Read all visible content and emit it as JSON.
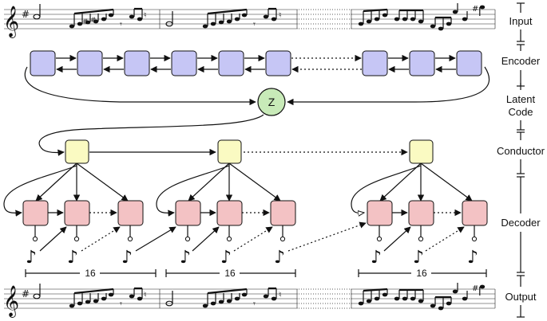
{
  "stage_labels": {
    "input": "Input",
    "encoder": "Encoder",
    "latent_line1": "Latent",
    "latent_line2": "Code",
    "conductor": "Conductor",
    "decoder": "Decoder",
    "output": "Output"
  },
  "latent_symbol": "Z",
  "segment_length_labels": [
    "16",
    "16",
    "16"
  ],
  "colors": {
    "encoder_cell": "#c6c6f5",
    "conductor_cell": "#fafac2",
    "decoder_cell": "#f3c2c4",
    "latent_node": "#c8eab8",
    "stroke": "#111111"
  },
  "icons": [
    "treble-clef-icon",
    "music-note-icon"
  ]
}
